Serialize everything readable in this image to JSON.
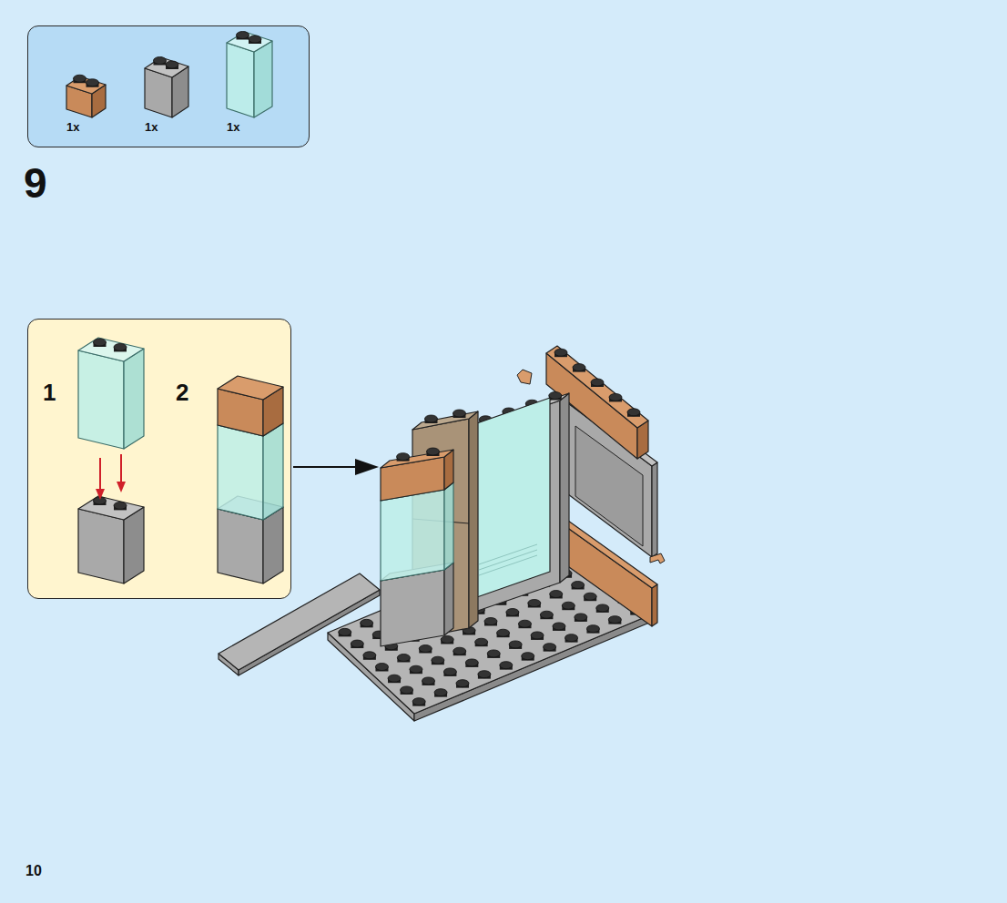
{
  "diagram": {
    "nodes": [
      {
        "text": [
          "1x",
          "1x",
          "1x"
        ]
      },
      {
        "text": [
          "1",
          "2"
        ]
      }
    ],
    "labels": [
      "9",
      "10"
    ]
  }
}
